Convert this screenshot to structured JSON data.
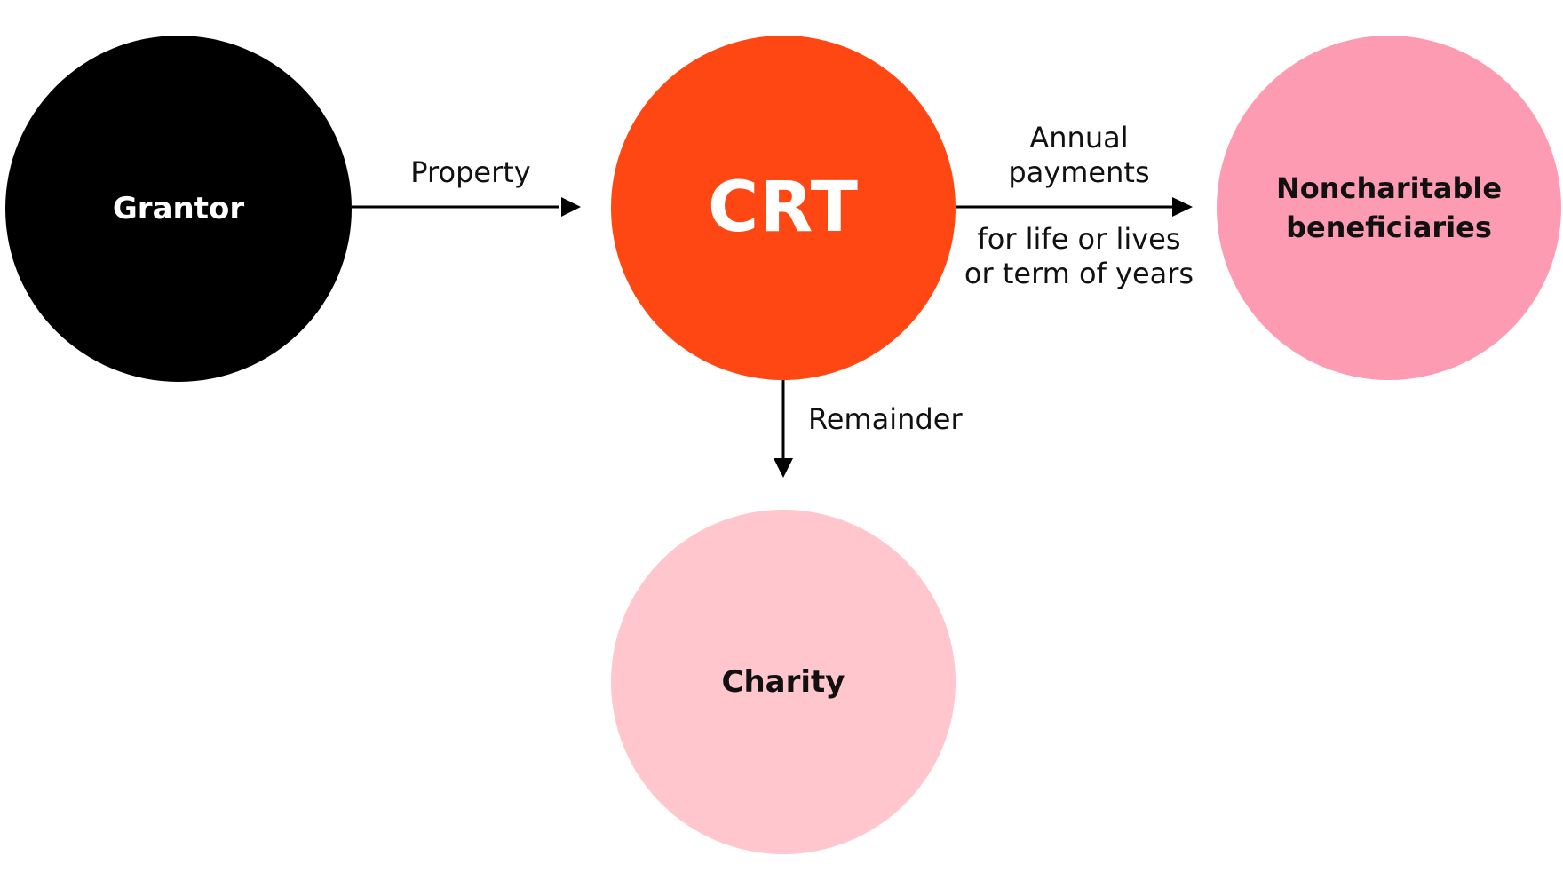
{
  "nodes": {
    "grantor": {
      "label": "Grantor",
      "color": "#000000"
    },
    "crt": {
      "label": "CRT",
      "color": "#ff4713"
    },
    "beneficiaries": {
      "label": "Noncharitable\nbeneficiaries",
      "color": "#fd9bb3"
    },
    "charity": {
      "label": "Charity",
      "color": "#ffc6cd"
    }
  },
  "edges": {
    "property": {
      "from": "grantor",
      "to": "crt",
      "label": "Property"
    },
    "payments": {
      "from": "crt",
      "to": "beneficiaries",
      "label": "Annual\npayments",
      "sublabel": "for life or lives\nor term of years"
    },
    "remainder": {
      "from": "crt",
      "to": "charity",
      "label": "Remainder"
    }
  }
}
